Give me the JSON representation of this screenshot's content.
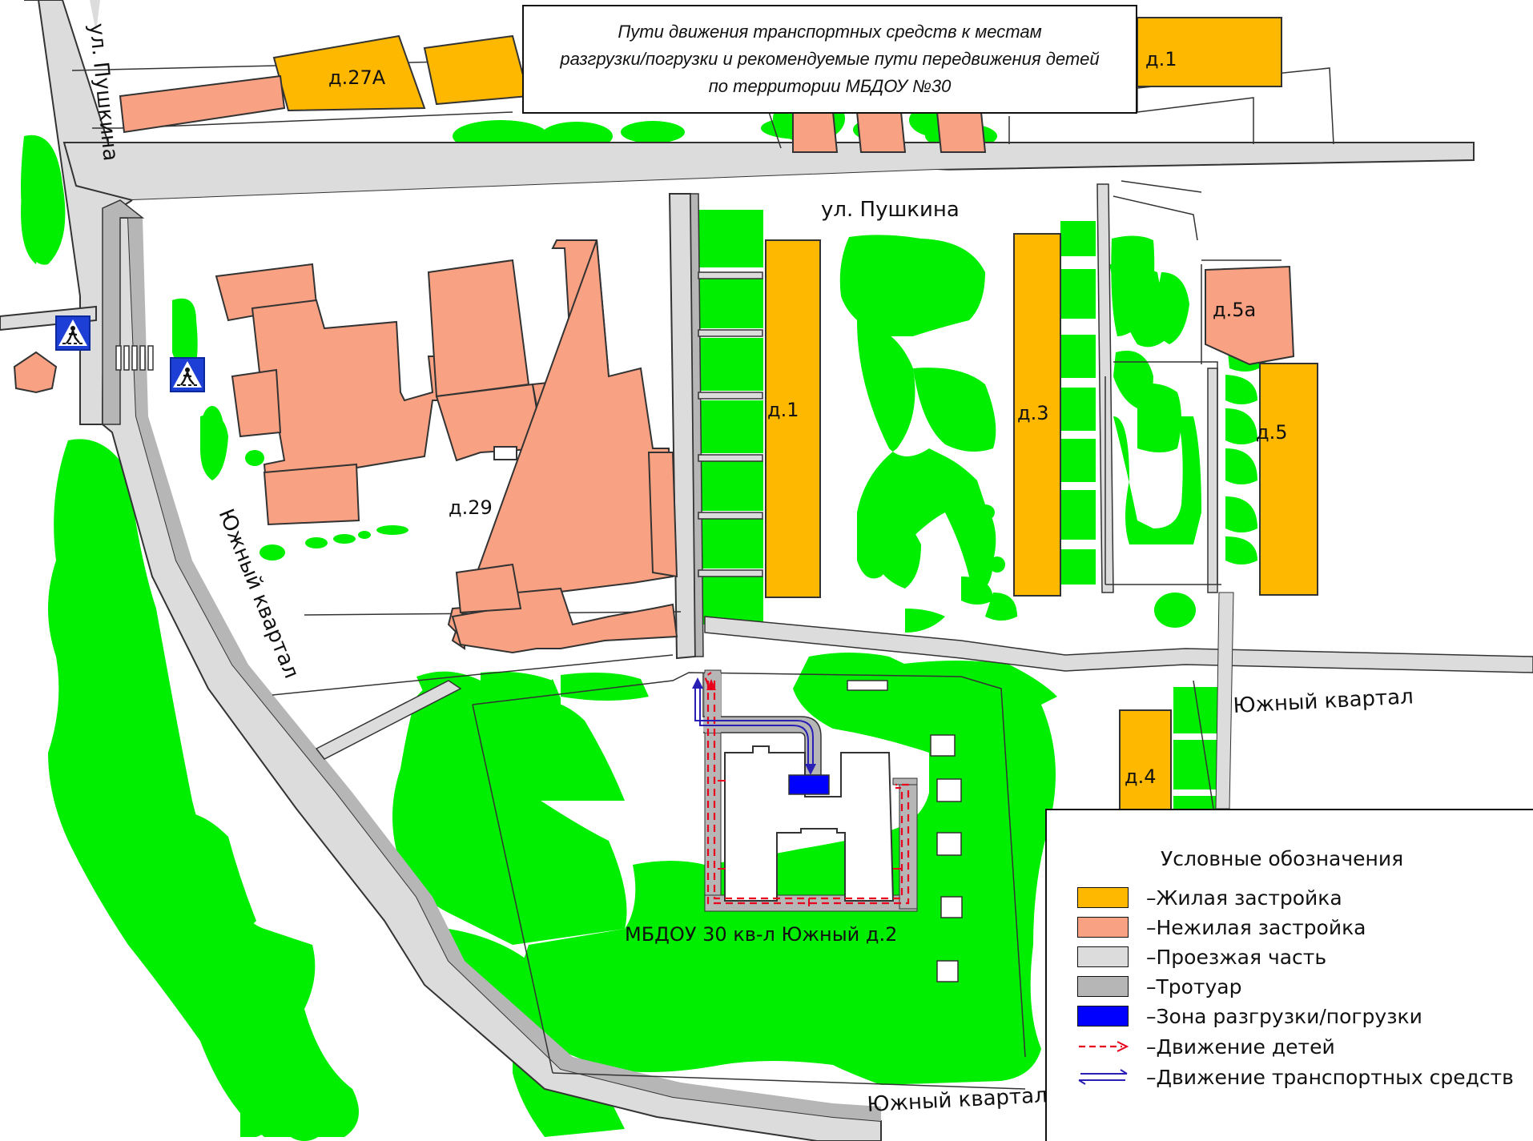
{
  "title": {
    "lines": [
      "Пути движения транспортных средств к местам",
      "разгрузки/погрузки и рекомендуемые пути передвижения детей",
      "по территории МБДОУ №30"
    ]
  },
  "colors": {
    "residential": "#ffb800",
    "nonresidential": "#f9a183",
    "roadway": "#dcdcdc",
    "sidewalk": "#b6b6b6",
    "loading": "#0000ff",
    "children": "#e8001c",
    "vehicles": "#2a1fb5",
    "green": "#00ee00"
  },
  "streets": {
    "pushkina_vertical": "ул. Пушкина",
    "pushkina_horizontal": "ул. Пушкина",
    "yuzhny_diag": "Южный квартал",
    "yuzhny_right": "Южный квартал",
    "yuzhny_bottom": "Южный квартал"
  },
  "buildings": {
    "b27a": "д.27А",
    "b1_top": "д.1",
    "b1": "д.1",
    "b3": "д.3",
    "b5a": "д.5а",
    "b5": "д.5",
    "b4": "д.4",
    "b29": "д.29",
    "kindergarten": "МБДОУ 30 кв-л Южный д.2"
  },
  "icons": {
    "crossing_sign_1": "pedestrian-crossing-sign-icon",
    "crossing_sign_2": "pedestrian-crossing-sign-icon"
  },
  "legend": {
    "title": "Условные обозначения",
    "items": [
      {
        "label": "–Жилая застройка",
        "kind": "residential"
      },
      {
        "label": "–Нежилая застройка",
        "kind": "nonresidential"
      },
      {
        "label": "–Проезжая часть",
        "kind": "roadway"
      },
      {
        "label": "–Тротуар",
        "kind": "sidewalk"
      },
      {
        "label": "–Зона разгрузки/погрузки",
        "kind": "loading"
      },
      {
        "label": "–Движение детей",
        "kind": "children"
      },
      {
        "label": "–Движение транспортных средств",
        "kind": "vehicles"
      }
    ]
  }
}
